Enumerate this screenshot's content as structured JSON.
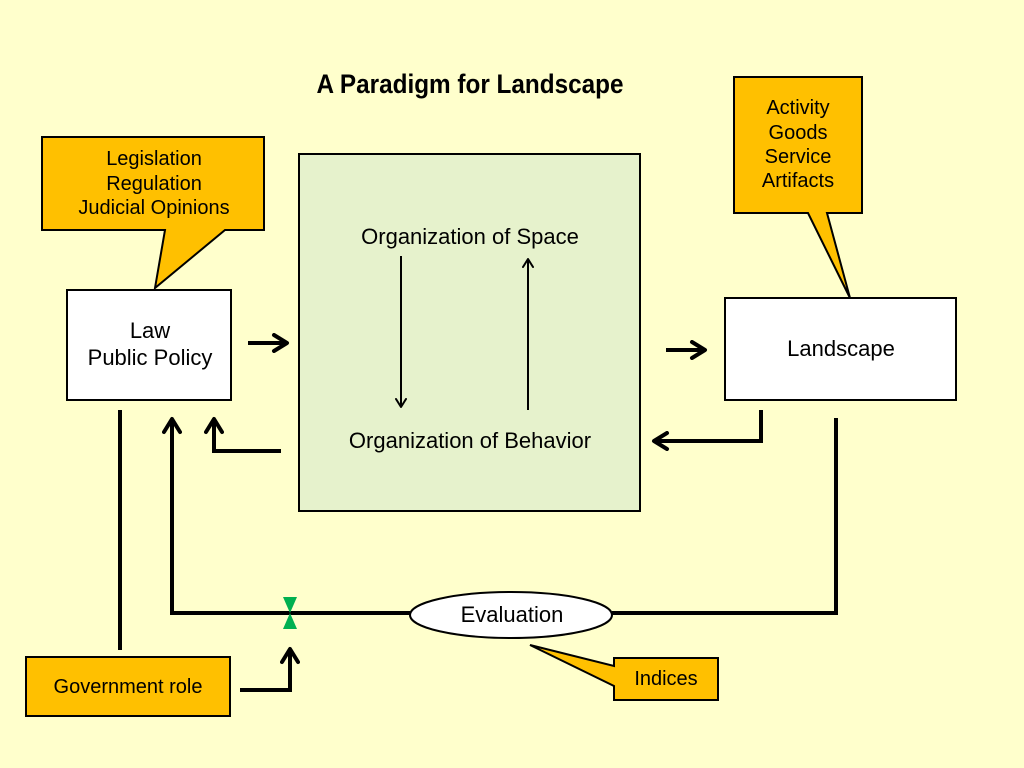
{
  "title": "A Paradigm for Landscape",
  "callouts": {
    "legislation": [
      "Legislation",
      "Regulation",
      "Judicial Opinions"
    ],
    "outputs": [
      "Activity",
      "Goods",
      "Service",
      "Artifacts"
    ],
    "government": "Government role",
    "indices": "Indices"
  },
  "nodes": {
    "law": [
      "Law",
      "Public Policy"
    ],
    "landscape": "Landscape",
    "space": "Organization of Space",
    "behavior": "Organization of Behavior",
    "evaluation": "Evaluation"
  },
  "colors": {
    "background": "#ffffcc",
    "callout_fill": "#ffc000",
    "center_fill": "#e6f2cc",
    "node_fill": "#ffffff",
    "valve_fill": "#00b050",
    "stroke": "#000000"
  }
}
